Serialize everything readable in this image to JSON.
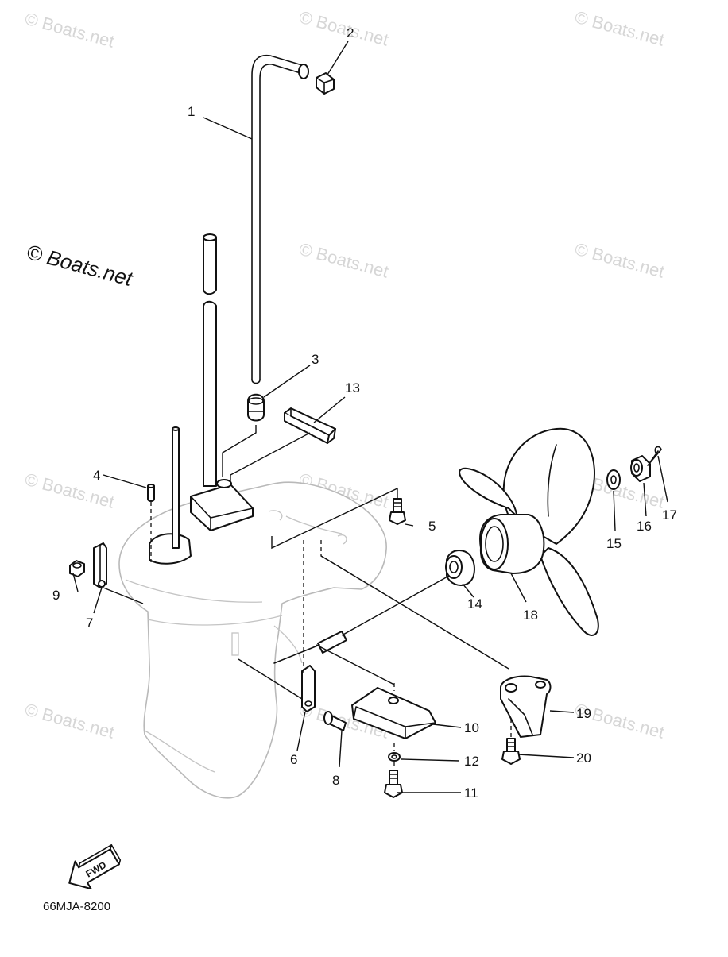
{
  "watermark": {
    "text": "© Boats.net",
    "main_text": "© Boats.net"
  },
  "diagram_code": "66MJA-8200",
  "fwd_arrow_label": "FWD",
  "callouts": [
    {
      "id": "1",
      "label": "1"
    },
    {
      "id": "2",
      "label": "2"
    },
    {
      "id": "3",
      "label": "3"
    },
    {
      "id": "4",
      "label": "4"
    },
    {
      "id": "5",
      "label": "5"
    },
    {
      "id": "6",
      "label": "6"
    },
    {
      "id": "7",
      "label": "7"
    },
    {
      "id": "8",
      "label": "8"
    },
    {
      "id": "9",
      "label": "9"
    },
    {
      "id": "10",
      "label": "10"
    },
    {
      "id": "11",
      "label": "11"
    },
    {
      "id": "12",
      "label": "12"
    },
    {
      "id": "13",
      "label": "13"
    },
    {
      "id": "14",
      "label": "14"
    },
    {
      "id": "15",
      "label": "15"
    },
    {
      "id": "16",
      "label": "16"
    },
    {
      "id": "17",
      "label": "17"
    },
    {
      "id": "18",
      "label": "18"
    },
    {
      "id": "19",
      "label": "19"
    },
    {
      "id": "20",
      "label": "20"
    }
  ]
}
